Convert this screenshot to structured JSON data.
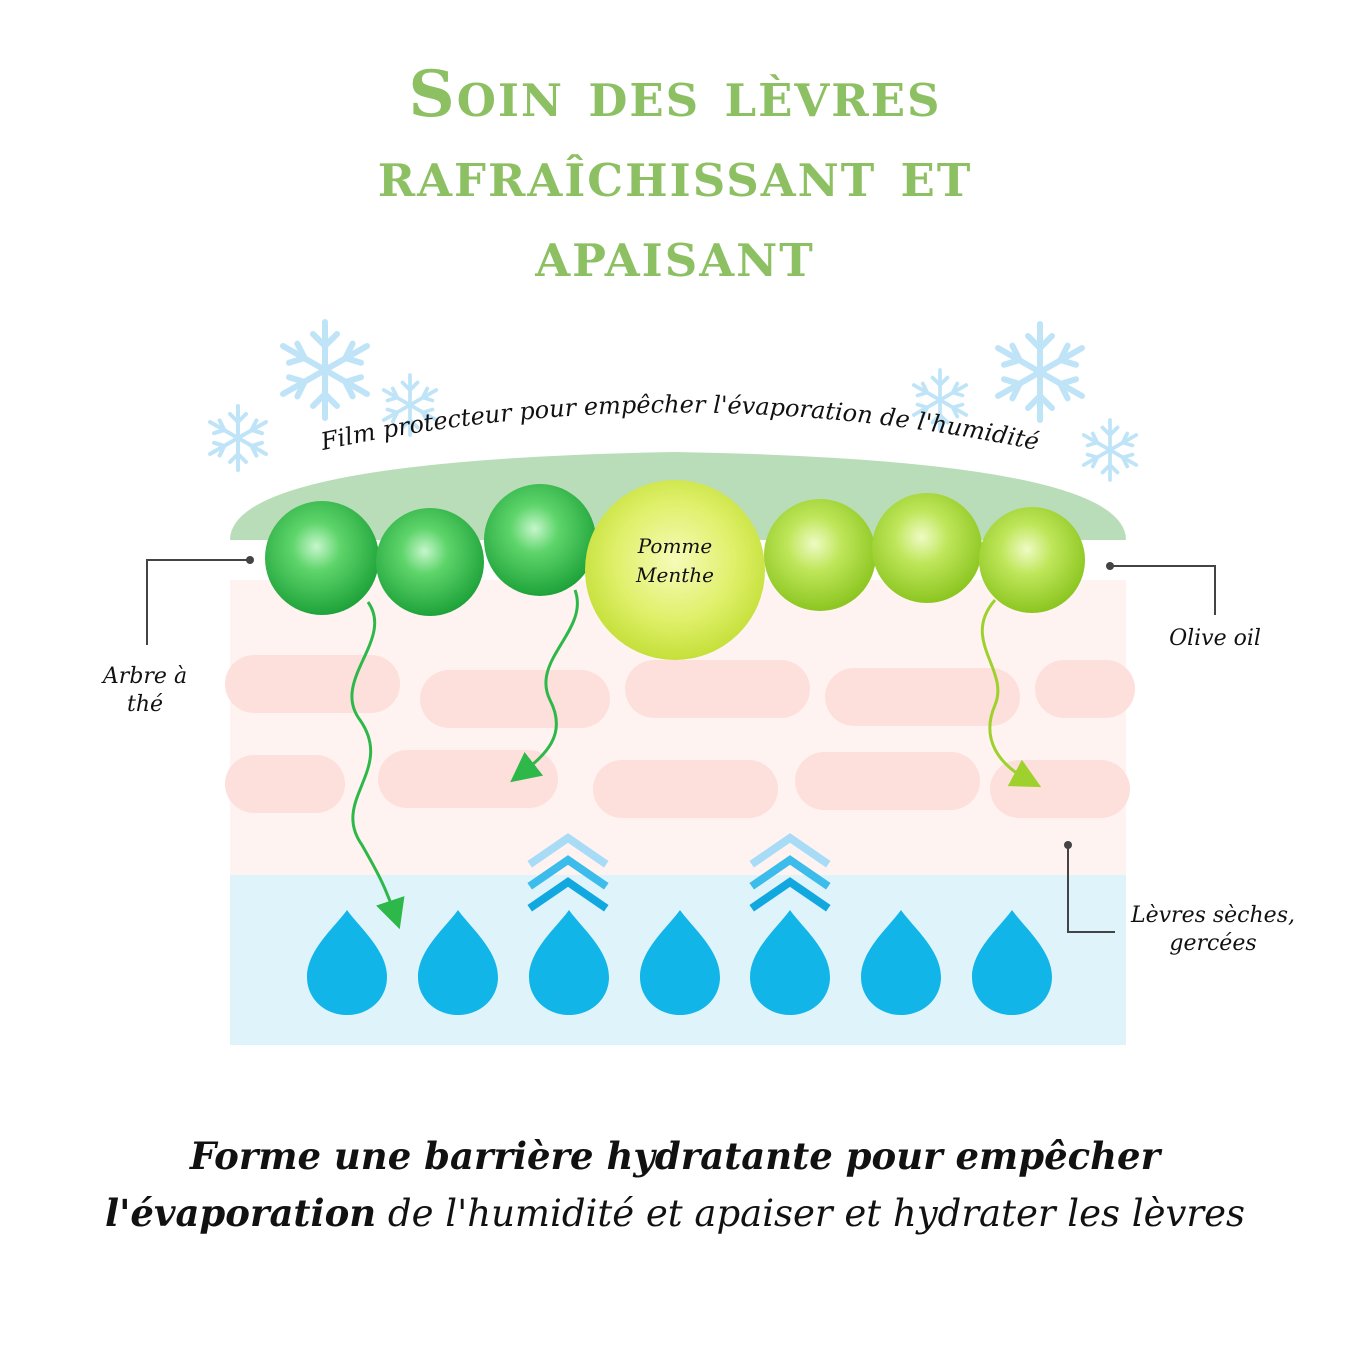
{
  "title": {
    "line1": "Soin des lèvres",
    "line2": "rafraîchissant et",
    "line3": "apaisant"
  },
  "labels": {
    "film": "Film protecteur pour empêcher l'évaporation de l'humidité",
    "center_ball_line1": "Pomme",
    "center_ball_line2": "Menthe",
    "left_line1": "Arbre à",
    "left_line2": "thé",
    "right_top": "Olive oil",
    "right_bottom_line1": "Lèvres sèches,",
    "right_bottom_line2": "gercées"
  },
  "caption": {
    "bold1": "Forme une barrière hydratante pour empêcher",
    "bold2": "l'évaporation",
    "regular2": " de l'humidité et apaiser et hydrater les lèvres"
  },
  "colors": {
    "title_green": "#8dc063",
    "tea_tree_green": "#2eb84a",
    "olive_green": "#9fd12e",
    "center_yellow_green": "#cde63a",
    "film_green": "#b9ddb9",
    "skin_pink": "#fde7e4",
    "water_blue": "#11b5e8",
    "water_layer": "#dff3fb",
    "snowflake_blue": "#bfe4f8"
  },
  "icons": [
    "snowflake-icon",
    "water-drop-icon",
    "chevron-up-icon",
    "arrow-down-icon"
  ]
}
